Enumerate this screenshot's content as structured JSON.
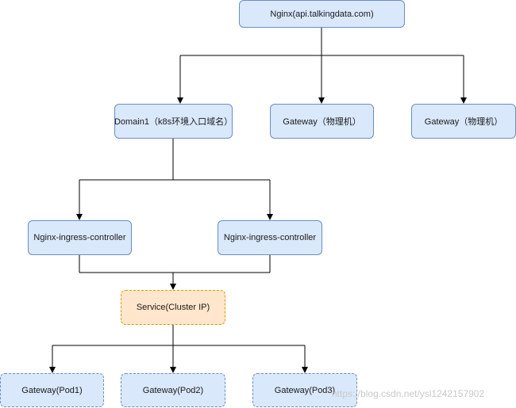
{
  "nodes": {
    "nginx": "Nginx(api.talkingdata.com)",
    "domain1": "Domain1（k8s环境入口域名）",
    "gateway_physical_1": "Gateway（物理机）",
    "gateway_physical_2": "Gateway（物理机）",
    "ingress_1": "Nginx-ingress-controller",
    "ingress_2": "Nginx-ingress-controller",
    "service": "Service(Cluster IP)",
    "pod1": "Gateway(Pod1)",
    "pod2": "Gateway(Pod2)",
    "pod3": "Gateway(Pod3)"
  },
  "watermark": "https://blog.csdn.net/ysl1242157902",
  "colors": {
    "node_fill": "#dae8fc",
    "node_border": "#6c8ebf",
    "service_fill": "#ffe6cc",
    "service_border": "#d79b00",
    "edge": "#000000"
  }
}
